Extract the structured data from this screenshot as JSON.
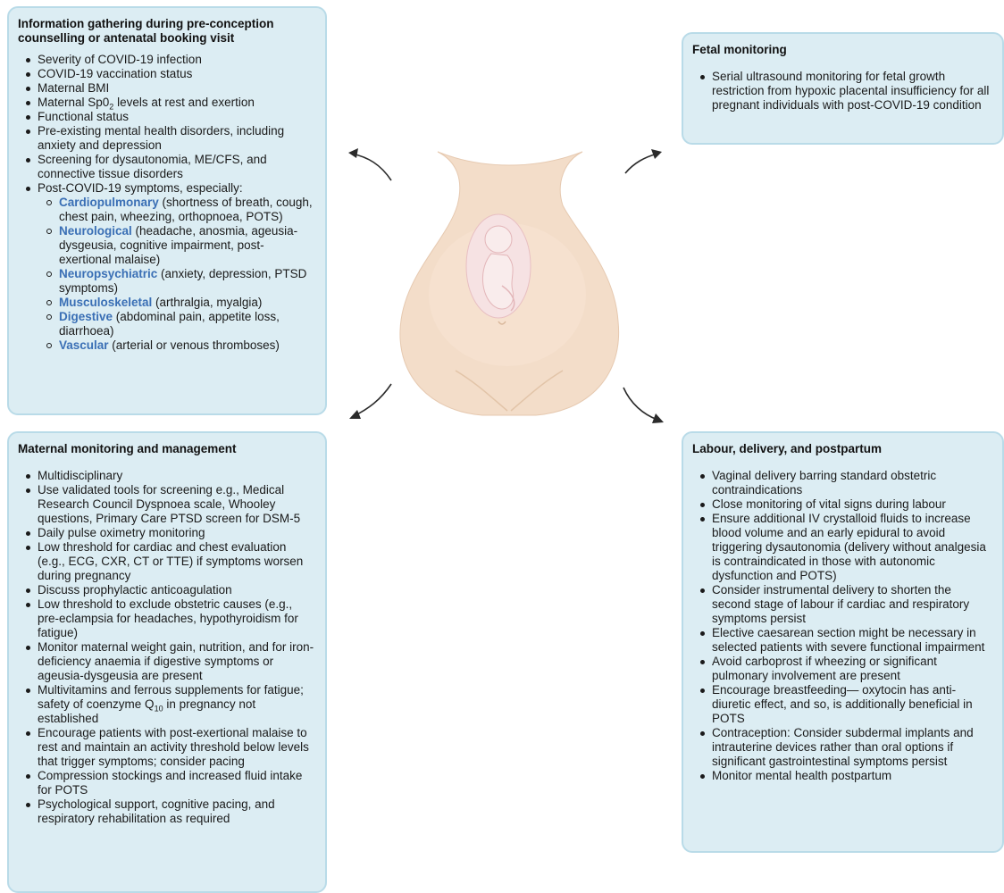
{
  "info": {
    "title": "Information gathering during pre-conception counselling or antenatal booking visit",
    "items": [
      {
        "text": "Severity of COVID-19 infection"
      },
      {
        "text": "COVID-19 vaccination status"
      },
      {
        "text": "Maternal BMI"
      },
      {
        "pre": "Maternal Sp0",
        "sub": "2",
        "post": " levels at rest and exertion"
      },
      {
        "text": "Functional status"
      },
      {
        "text": "Pre-existing mental health disorders, including anxiety and depression"
      },
      {
        "text": "Screening for dysautonomia, ME/CFS, and connective tissue disorders"
      },
      {
        "text": "Post-COVID-19 symptoms, especially:"
      }
    ],
    "symptoms": [
      {
        "kw": "Cardiopulmonary",
        "rest": " (shortness of breath, cough, chest pain, wheezing, orthopnoea, POTS)"
      },
      {
        "kw": "Neurological",
        "rest": " (headache, anosmia, ageusia-dysgeusia, cognitive impairment, post-exertional malaise)"
      },
      {
        "kw": "Neuropsychiatric",
        "rest": " (anxiety, depression, PTSD symptoms)"
      },
      {
        "kw": "Musculoskeletal",
        "rest": " (arthralgia, myalgia)"
      },
      {
        "kw": "Digestive",
        "rest": " (abdominal pain, appetite loss, diarrhoea)"
      },
      {
        "kw": "Vascular",
        "rest": " (arterial or venous thromboses)"
      }
    ]
  },
  "fetal": {
    "title": "Fetal monitoring",
    "items": [
      "Serial ultrasound monitoring for fetal growth restriction from hypoxic placental insufficiency for all pregnant individuals with post-COVID-19 condition"
    ]
  },
  "maternal": {
    "title": "Maternal monitoring and management",
    "items": [
      {
        "text": "Multidisciplinary"
      },
      {
        "text": "Use validated  tools for screening e.g., Medical Research Council Dyspnoea scale, Whooley questions, Primary Care PTSD screen for DSM-5"
      },
      {
        "text": "Daily pulse oximetry  monitoring"
      },
      {
        "text": "Low threshold for cardiac and chest evaluation (e.g., ECG, CXR, CT or TTE) if symptoms worsen during pregnancy"
      },
      {
        "text": "Discuss prophylactic anticoagulation"
      },
      {
        "text": "Low threshold to exclude obstetric causes (e.g., pre-eclampsia for headaches, hypothyroidism for fatigue)"
      },
      {
        "text": "Monitor maternal weight gain, nutrition, and for iron-deficiency anaemia if digestive symptoms or ageusia-dysgeusia are present"
      },
      {
        "pre": "Multivitamins and ferrous supplements for fatigue; safety of coenzyme Q",
        "sub": "10",
        "post": " in pregnancy not established"
      },
      {
        "text": "Encourage patients with post-exertional malaise to rest and maintain an activity threshold below levels that trigger symptoms; consider pacing"
      },
      {
        "text": "Compression stockings and increased fluid intake for POTS"
      },
      {
        "text": "Psychological support, cognitive pacing, and respiratory rehabilitation as required"
      }
    ]
  },
  "labour": {
    "title": "Labour, delivery, and postpartum",
    "items": [
      "Vaginal delivery barring standard obstetric contraindications",
      "Close monitoring of vital signs during labour",
      "Ensure additional IV crystalloid fluids to increase blood volume and an early epidural to avoid triggering dysautonomia (delivery without analgesia is contraindicated in those with autonomic dysfunction and POTS)",
      "Consider instrumental delivery to shorten the second stage of labour if cardiac and respiratory symptoms persist",
      "Elective caesarean section might be necessary in selected patients with severe functional impairment",
      "Avoid carboprost if wheezing or significant pulmonary involvement are present",
      "Encourage breastfeeding— oxytocin has anti-diuretic effect, and so, is additionally beneficial in POTS",
      "Contraception: Consider subdermal implants and intrauterine devices rather than oral options if significant gastrointestinal symptoms persist",
      "Monitor mental health postpartum"
    ]
  },
  "colors": {
    "box_fill": "#dcedf3",
    "box_border": "#b9dbe8",
    "keyword": "#3a6fb5",
    "skin": "#f3ddc9",
    "fetus": "#f6e2e3"
  },
  "icons": [
    "pregnant-torso-icon",
    "fetus-icon",
    "curved-arrow-icon"
  ]
}
